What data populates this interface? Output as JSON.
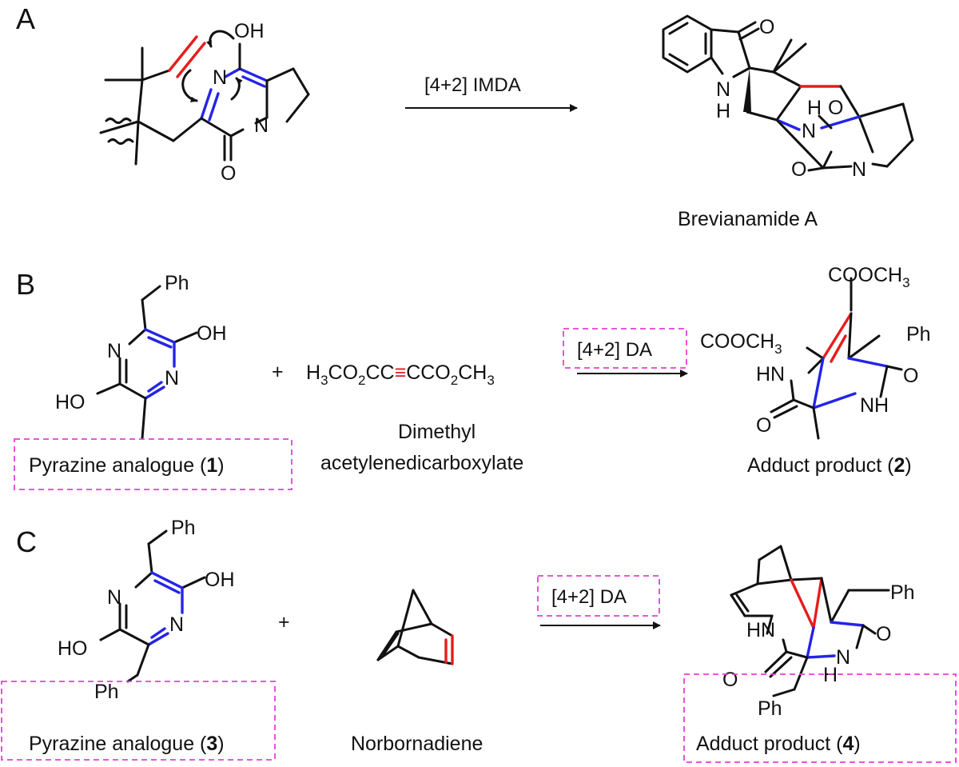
{
  "panels": {
    "a": "A",
    "b": "B",
    "c": "C"
  },
  "panel_a": {
    "condition": "[4+2] IMDA",
    "product_name": "Brevianamide A",
    "atoms": {
      "oh": "OH",
      "n": "N",
      "n2": "N",
      "o": "O",
      "o_ketone": "O",
      "nh_n": "N",
      "nh_h": "H",
      "h": "H",
      "n_bridge": "N",
      "o_bridge": "O",
      "n_ring": "N",
      "o_lactam": "O"
    }
  },
  "panel_b": {
    "plus": "+",
    "condition": "[4+2] DA",
    "reactant1_pre": "Pyrazine analogue (",
    "reactant1_num": "1",
    "reactant1_post": ")",
    "reagent_name_line1": "Dimethyl",
    "reagent_name_line2": "acetylenedicarboxylate",
    "product_pre": "Adduct product (",
    "product_num": "2",
    "product_post": ")",
    "atoms": {
      "ph": "Ph",
      "oh_top": "OH",
      "n_left": "N",
      "n_right": "N",
      "ho": "HO",
      "ester_top": "COOCH",
      "sub3": "3",
      "ester_left": "COOCH",
      "ph_product": "Ph",
      "hn": "HN",
      "o_right": "O",
      "nh": "NH",
      "o_left": "O"
    },
    "reagent": {
      "p1": "H",
      "s1": "3",
      "p2": "CO",
      "s2": "2",
      "p3": "CC",
      "triple": "≡",
      "p4": "CCO",
      "s4": "2",
      "p5": "CH",
      "s5": "3"
    }
  },
  "panel_c": {
    "plus": "+",
    "condition": "[4+2] DA",
    "reactant1_pre": "Pyrazine analogue (",
    "reactant1_num": "3",
    "reactant1_post": ")",
    "reagent_name": "Norbornadiene",
    "product_pre": "Adduct product (",
    "product_num": "4",
    "product_post": ")",
    "atoms": {
      "ph_top": "Ph",
      "oh": "OH",
      "n_left": "N",
      "n_right": "N",
      "ho": "HO",
      "ph_bottom": "Ph",
      "ph_prod_top": "Ph",
      "hn": "HN",
      "o_right": "O",
      "o_left": "O",
      "nh_n": "N",
      "nh_h": "H",
      "ph_prod_bottom": "Ph"
    }
  },
  "colors": {
    "new_bond": "#e81c1c",
    "diene": "#2424e8",
    "highlight_box": "#e63fd8"
  }
}
